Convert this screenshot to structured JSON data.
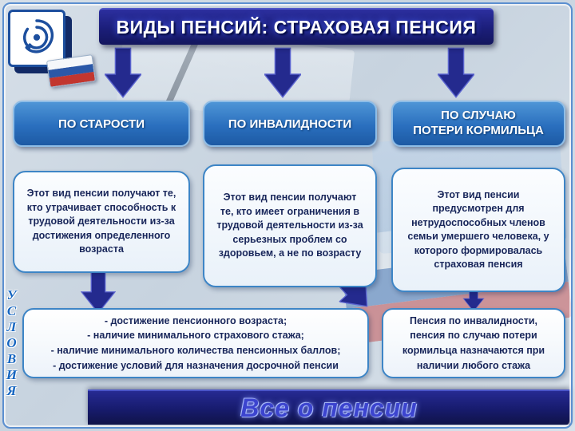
{
  "slide": {
    "title": "ВИДЫ ПЕНСИЙ: СТРАХОВАЯ ПЕНСИЯ",
    "footer": "Все о пенсии",
    "side_label": "УСЛОВИЯ",
    "icons": {
      "logo": "pfr-emblem-icon",
      "flag": "russian-flag-icon",
      "arrows": "arrow-down-icon"
    }
  },
  "columns": [
    {
      "header": "ПО СТАРОСТИ",
      "body": "Этот вид пенсии получают те, кто утрачивает способность к трудовой деятельности из-за достижения определенного возраста"
    },
    {
      "header": "ПО ИНВАЛИДНОСТИ",
      "body": "Этот вид пенсии получают те, кто имеет ограничения в трудовой деятельности из-за серьезных проблем со здоровьем, а не по возрасту"
    },
    {
      "header_lines": [
        "ПО СЛУЧАЮ",
        "ПОТЕРИ КОРМИЛЬЦА"
      ],
      "body": "Этот вид пенсии предусмотрен для нетрудоспособных членов семьи умершего человека, у которого формировалась страховая пенсия"
    }
  ],
  "conditions": {
    "old_age": [
      "- достижение пенсионного возраста;",
      "- наличие минимального страхового стажа;",
      "- наличие минимального количества пенсионных баллов;",
      "- достижение условий для назначения досрочной пенсии"
    ],
    "other": "Пенсия по инвалидности, пенсия по случаю потери кормильца назначаются при наличии любого стажа"
  },
  "colors": {
    "banner": "#1b1e79",
    "header_box": "#2a6fbe",
    "arrow": "#242a8e",
    "box_border": "#3d85c6",
    "text_dark": "#18265a",
    "side_label": "#1565c0",
    "footer_text": "#3c44cf"
  }
}
